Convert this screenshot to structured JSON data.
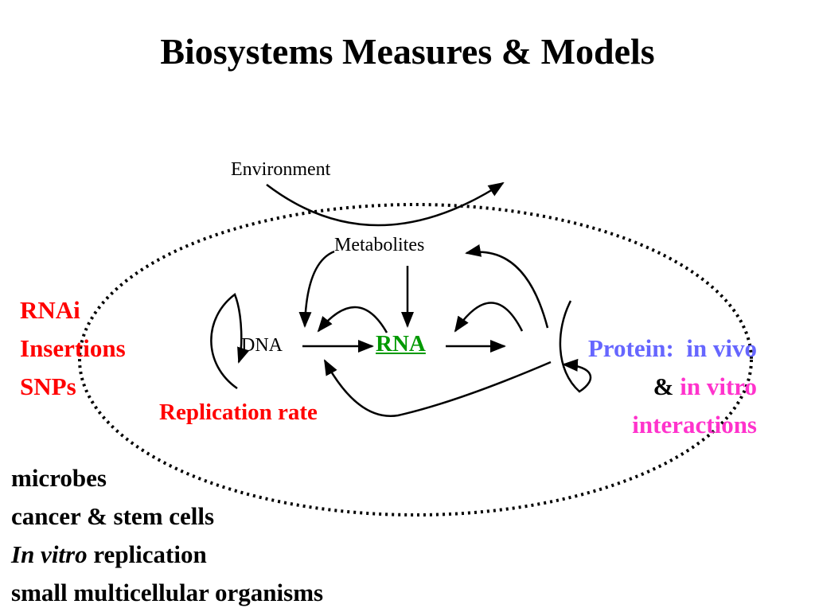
{
  "slide": {
    "title": "Biosystems Measures & Models"
  },
  "diagram": {
    "environment": "Environment",
    "metabolites": "Metabolites",
    "dna": "DNA",
    "rna": "RNA",
    "replication_rate": "Replication rate"
  },
  "protein_block": {
    "protein": "Protein:",
    "in_vivo": "in vivo",
    "amp": "&",
    "in_vitro": "in vitro",
    "interactions": "interactions"
  },
  "left_list": [
    "RNAi",
    "Insertions",
    "SNPs"
  ],
  "bottom_list": {
    "item1": "microbes",
    "item2": "cancer & stem cells",
    "item3_italic": "In vitro",
    "item3_rest": " replication",
    "item4": "small multicellular organisms"
  },
  "colors": {
    "red": "#ff0000",
    "blue": "#6666ff",
    "pink": "#ff33cc",
    "green": "#009900",
    "black": "#000000"
  }
}
